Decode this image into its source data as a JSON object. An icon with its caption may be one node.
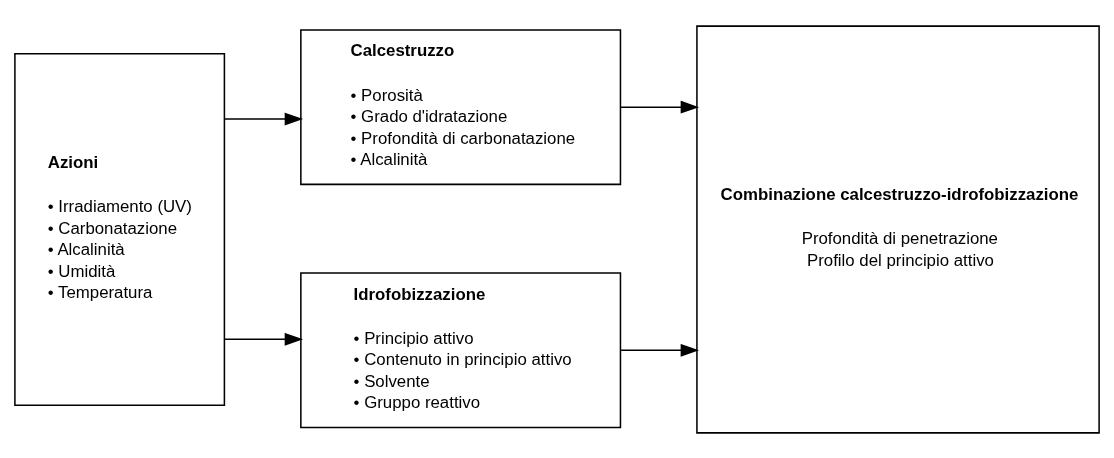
{
  "diagram": {
    "nodes": [
      {
        "text": [
          "Azioni",
          "• Irradiamento (UV)",
          "• Carbonatazione",
          "• Alcalinità",
          "• Umidità",
          "• Temperatura"
        ]
      },
      {
        "text": [
          "Calcestruzzo",
          "• Porosità",
          "• Grado d'idratazione",
          "• Profondità di carbonatazione",
          "• Alcalinità"
        ]
      },
      {
        "text": [
          "Idrofobizzazione",
          "• Principio attivo",
          "• Contenuto in principio attivo",
          "• Solvente",
          "• Gruppo reattivo"
        ]
      },
      {
        "text": [
          "Combinazione calcestruzzo-idrofobizzazione",
          "Profondità di penetrazione",
          "Profilo del principio attivo"
        ]
      }
    ],
    "edges": [
      {
        "from": 0,
        "to": 1,
        "arrow": "to"
      },
      {
        "from": 0,
        "to": 2,
        "arrow": "to"
      },
      {
        "from": 1,
        "to": 3,
        "arrow": "to"
      },
      {
        "from": 2,
        "to": 3,
        "arrow": "to"
      }
    ]
  }
}
